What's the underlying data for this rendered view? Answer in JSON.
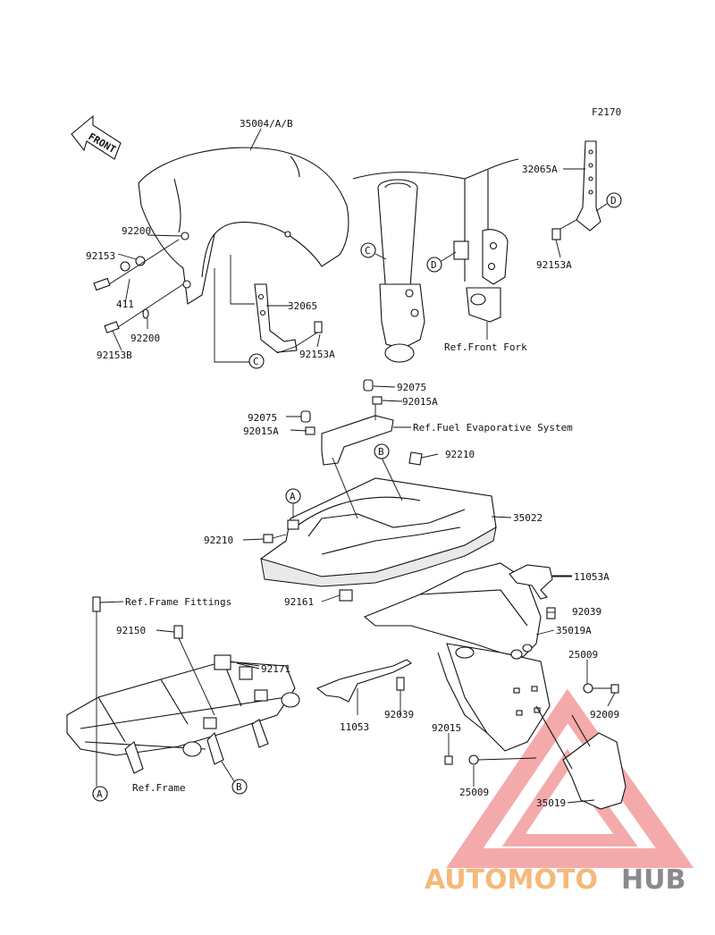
{
  "figure_code": "F2170",
  "front_badge": "FRONT",
  "labels": {
    "p35004": "35004/A/B",
    "p92200a": "92200",
    "p92153": "92153",
    "p411": "411",
    "p92200b": "92200",
    "p92153b": "92153B",
    "p32065": "32065",
    "p92153a_left": "92153A",
    "p32065a": "32065A",
    "p92153a_right": "92153A",
    "ref_front_fork": "Ref.Front Fork",
    "p92075a": "92075",
    "p92015a_a": "92015A",
    "p92075b": "92075",
    "p92015a_b": "92015A",
    "ref_fuel": "Ref.Fuel Evaporative System",
    "p92210a": "92210",
    "p35022": "35022",
    "p92210b": "92210",
    "p11053a": "11053A",
    "p92161": "92161",
    "ref_frame_fittings": "Ref.Frame Fittings",
    "p92039a": "92039",
    "p92150": "92150",
    "p35019a": "35019A",
    "p92171": "92171",
    "p25009a": "25009",
    "p92009": "92009",
    "p11053": "11053",
    "p92039b": "92039",
    "p92015": "92015",
    "ref_frame": "Ref.Frame",
    "p25009b": "25009",
    "p35019": "35019"
  },
  "callouts": {
    "c_left": "C",
    "c_fork": "C",
    "d_fork": "D",
    "d_bracket": "D",
    "a_tray": "A",
    "b_tray": "B",
    "a_frame": "A",
    "b_frame": "B"
  },
  "watermark": {
    "part1": "AUTOMOTO",
    "part2": "HUB",
    "color1": "#f5b97a",
    "color2": "#8a8a8a",
    "triangle_color": "#e8494b"
  }
}
